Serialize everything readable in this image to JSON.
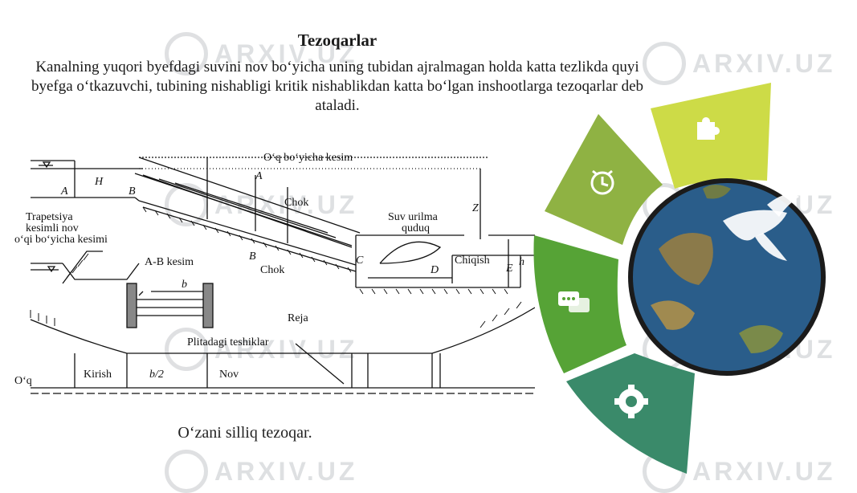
{
  "header": {
    "title": "Tezoqarlar",
    "intro": "Kanalning yuqori byefdagi suvini nov bo‘yicha uning tubidan ajralmagan holda katta tezlikda quyi byefga o‘tkazuvchi, tubining nishabligi kritik nishablikdan katta bo‘lgan inshootlarga tezoqarlar deb ataladi."
  },
  "drawing": {
    "labels": {
      "section_title": "O‘q bo‘yicha kesim",
      "a": "A",
      "b": "B",
      "h_big": "H",
      "a_top": "A",
      "chok_upper": "Chok",
      "chok_lower": "Chok",
      "b_lower": "B",
      "well": "Suv urilma",
      "well2": "quduq",
      "z": "Z",
      "c": "C",
      "d": "D",
      "e": "E",
      "h_small": "h",
      "exit": "Chiqish",
      "trap1": "Trapetsiya",
      "trap2": "kesimli nov",
      "trap3": "o‘qi bo‘yicha kesimi",
      "ab_section": "A-B kesim",
      "b_width": "b",
      "plan": "Reja",
      "plate_holes": "Plitadagi teshiklar",
      "entry": "Kirish",
      "b_half": "b/2",
      "nov": "Nov",
      "axis": "O‘q"
    }
  },
  "caption": "O‘zani silliq tezoqar.",
  "menu": {
    "tiles": [
      {
        "name": "puzzle",
        "icon": "puzzle-icon",
        "color": "#cddb47"
      },
      {
        "name": "alarm",
        "icon": "alarm-clock-icon",
        "color": "#8fb243"
      },
      {
        "name": "chat",
        "icon": "chat-bubbles-icon",
        "color": "#56a336"
      },
      {
        "name": "settings",
        "icon": "gear-icon",
        "color": "#3a8a6a"
      }
    ],
    "center_icon": "globe-dove-icon",
    "globe_colors": {
      "ocean": "#2a5d8a",
      "land": "#8b7a4a",
      "ring": "#1b1b1b"
    }
  },
  "watermark": "ARXIV.UZ"
}
